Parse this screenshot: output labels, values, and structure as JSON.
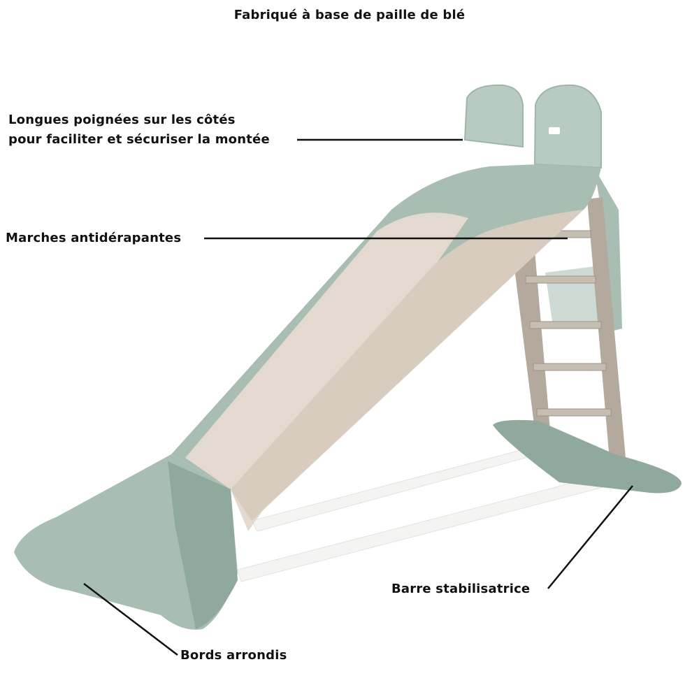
{
  "title": "Fabriqué à base de paille de blé",
  "annotations": {
    "handles_line1": "Longues poignées sur les côtés",
    "handles_line2": "pour faciliter et sécuriser la montée",
    "steps": "Marches antidérapantes",
    "bar": "Barre stabilisatrice",
    "edges": "Bords arrondis"
  },
  "colors": {
    "sage": "#a8beb2",
    "sage_dark": "#8fa99c",
    "beige": "#e3d9cf",
    "ladder": "#b3a99c",
    "bar": "#f4f4f2"
  }
}
